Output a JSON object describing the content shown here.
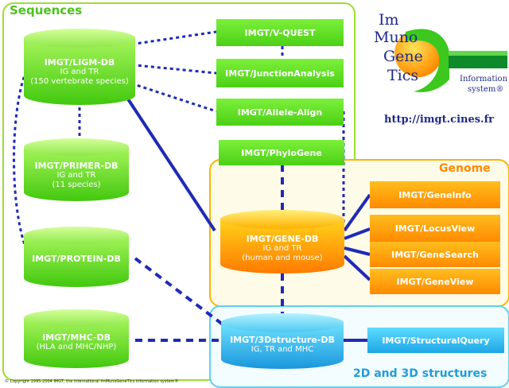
{
  "sections": {
    "sequences": "Sequences",
    "genome": "Genome",
    "structures": "2D and 3D structures"
  },
  "databases": {
    "ligm": {
      "title": "IMGT/LIGM-DB",
      "line1": "IG and TR",
      "line2": "(150 vertebrate species)"
    },
    "primer": {
      "title": "IMGT/PRIMER-DB",
      "line1": "IG and TR",
      "line2": "(11 species)"
    },
    "protein": {
      "title": "IMGT/PROTEIN-DB"
    },
    "mhc": {
      "title": "IMGT/MHC-DB",
      "line1": "(HLA and MHC/NHP)"
    },
    "gene": {
      "title": "IMGT/GENE-DB",
      "line1": "IG and TR",
      "line2": "(human and mouse)"
    },
    "structure": {
      "title": "IMGT/3Dstructure-DB",
      "line1": "IG, TR and MHC"
    }
  },
  "tools": {
    "vquest": "IMGT/V-QUEST",
    "junction": "IMGT/JunctionAnalysis",
    "allele": "IMGT/Allele-Align",
    "phylo": "IMGT/PhyloGene",
    "geneinfo": "IMGT/GeneInfo",
    "locusview": "IMGT/LocusView",
    "genesearch": "IMGT/GeneSearch",
    "geneview": "IMGT/GeneView",
    "structural": "IMGT/StructuralQuery"
  },
  "logo": {
    "l1": "Im",
    "l2": "Muno",
    "l3": "Gene",
    "l4": "Tics",
    "info1": "Information",
    "info2": "system®",
    "url": "http://imgt.cines.fr"
  },
  "copyright": "© Copyright 1995-2004 IMGT, the international ImMunoGeneTics information system®",
  "colors": {
    "sequences_border": "#9ddc36",
    "sequences_title": "#4cc21c",
    "genome_border": "#ffb300",
    "genome_title": "#ff8a00",
    "structures_border": "#5dd2f0",
    "structures_title": "#1f9ddc",
    "link": "#1f2ab8"
  }
}
